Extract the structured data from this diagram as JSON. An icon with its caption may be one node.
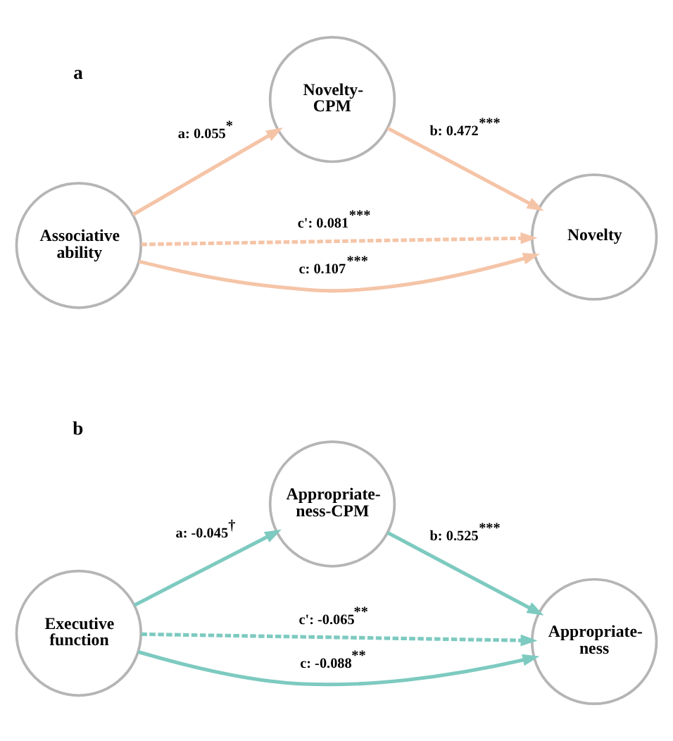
{
  "diagram": {
    "nodes": [
      {
        "text": [
          "Associative ability"
        ]
      },
      {
        "text": [
          "Novelty- CPM"
        ]
      },
      {
        "text": [
          "Novelty"
        ]
      },
      {
        "text": [
          "Executive function"
        ]
      },
      {
        "text": [
          "Appropriate- ness-CPM"
        ]
      },
      {
        "text": [
          "Appropriate- ness"
        ]
      }
    ],
    "edges": [
      {
        "from": 0,
        "to": 1,
        "arrow": "to",
        "label": "a: 0.055$^{*}$",
        "color": "#f5c4a7"
      },
      {
        "from": 1,
        "to": 2,
        "arrow": "to",
        "label": "b: 0.472$^{***}$",
        "color": "#f5c4a7"
      },
      {
        "from": 0,
        "to": 2,
        "arrow": "to",
        "label": "c': 0.081$^{***}$",
        "style": "dashed",
        "color": "#f5c4a7"
      },
      {
        "from": 0,
        "to": 2,
        "arrow": "to",
        "label": "c: 0.107$^{***}$",
        "color": "#f5c4a7"
      },
      {
        "from": 3,
        "to": 4,
        "arrow": "to",
        "label": "a: -0.045$^{†}$",
        "color": "#7dcac0"
      },
      {
        "from": 4,
        "to": 5,
        "arrow": "to",
        "label": "b: 0.525$^{***}$",
        "color": "#7dcac0"
      },
      {
        "from": 3,
        "to": 5,
        "arrow": "to",
        "label": "c': -0.065$^{**}$",
        "style": "dashed",
        "color": "#7dcac0"
      },
      {
        "from": 3,
        "to": 5,
        "arrow": "to",
        "label": "c: -0.088$^{**}$",
        "color": "#7dcac0"
      }
    ],
    "labels": [
      "a",
      "b"
    ]
  }
}
